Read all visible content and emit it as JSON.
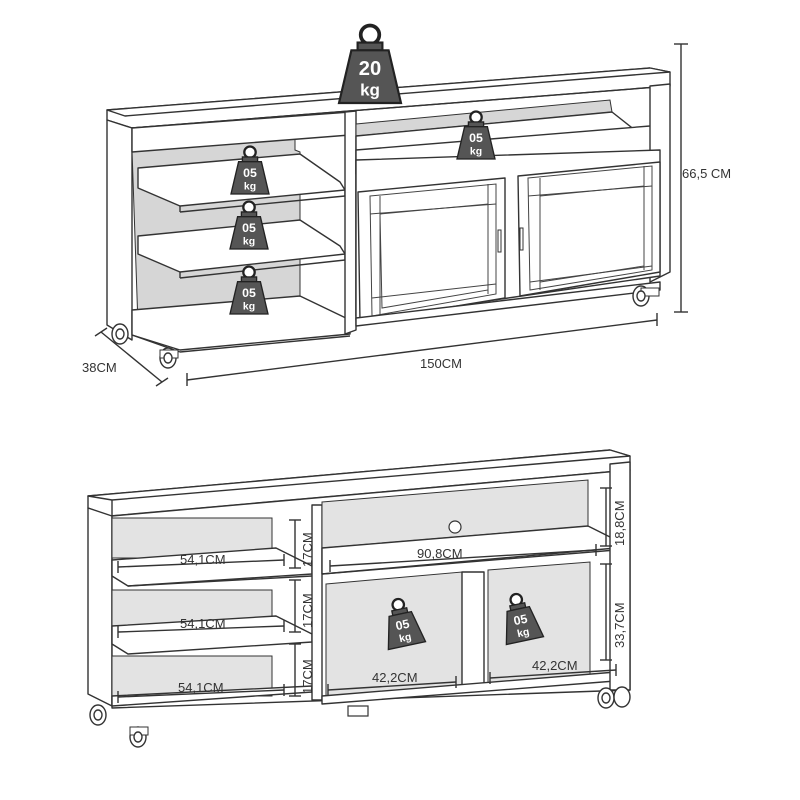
{
  "top_view": {
    "weights": {
      "top": {
        "line1": "20",
        "line2": "kg"
      },
      "center": {
        "line1": "05",
        "line2": "kg"
      },
      "shelf1": {
        "line1": "05",
        "line2": "kg"
      },
      "shelf2": {
        "line1": "05",
        "line2": "kg"
      },
      "shelf3": {
        "line1": "05",
        "line2": "kg"
      }
    },
    "dimensions": {
      "height": "66,5 CM",
      "width": "150CM",
      "depth": "38CM"
    }
  },
  "front_view": {
    "weights": {
      "left_door": {
        "line1": "05",
        "line2": "kg"
      },
      "right_door": {
        "line1": "05",
        "line2": "kg"
      }
    },
    "dimensions": {
      "left_shelf_1": "54,1CM",
      "left_shelf_2": "54,1CM",
      "left_shelf_3": "54,1CM",
      "gap_1": "17CM",
      "gap_2": "17CM",
      "gap_3": "17CM",
      "top_compartment_width": "90,8CM",
      "top_compartment_height": "18,8CM",
      "lower_compartment_height": "33,7CM",
      "lower_left_width": "42,2CM",
      "lower_right_width": "42,2CM"
    }
  }
}
